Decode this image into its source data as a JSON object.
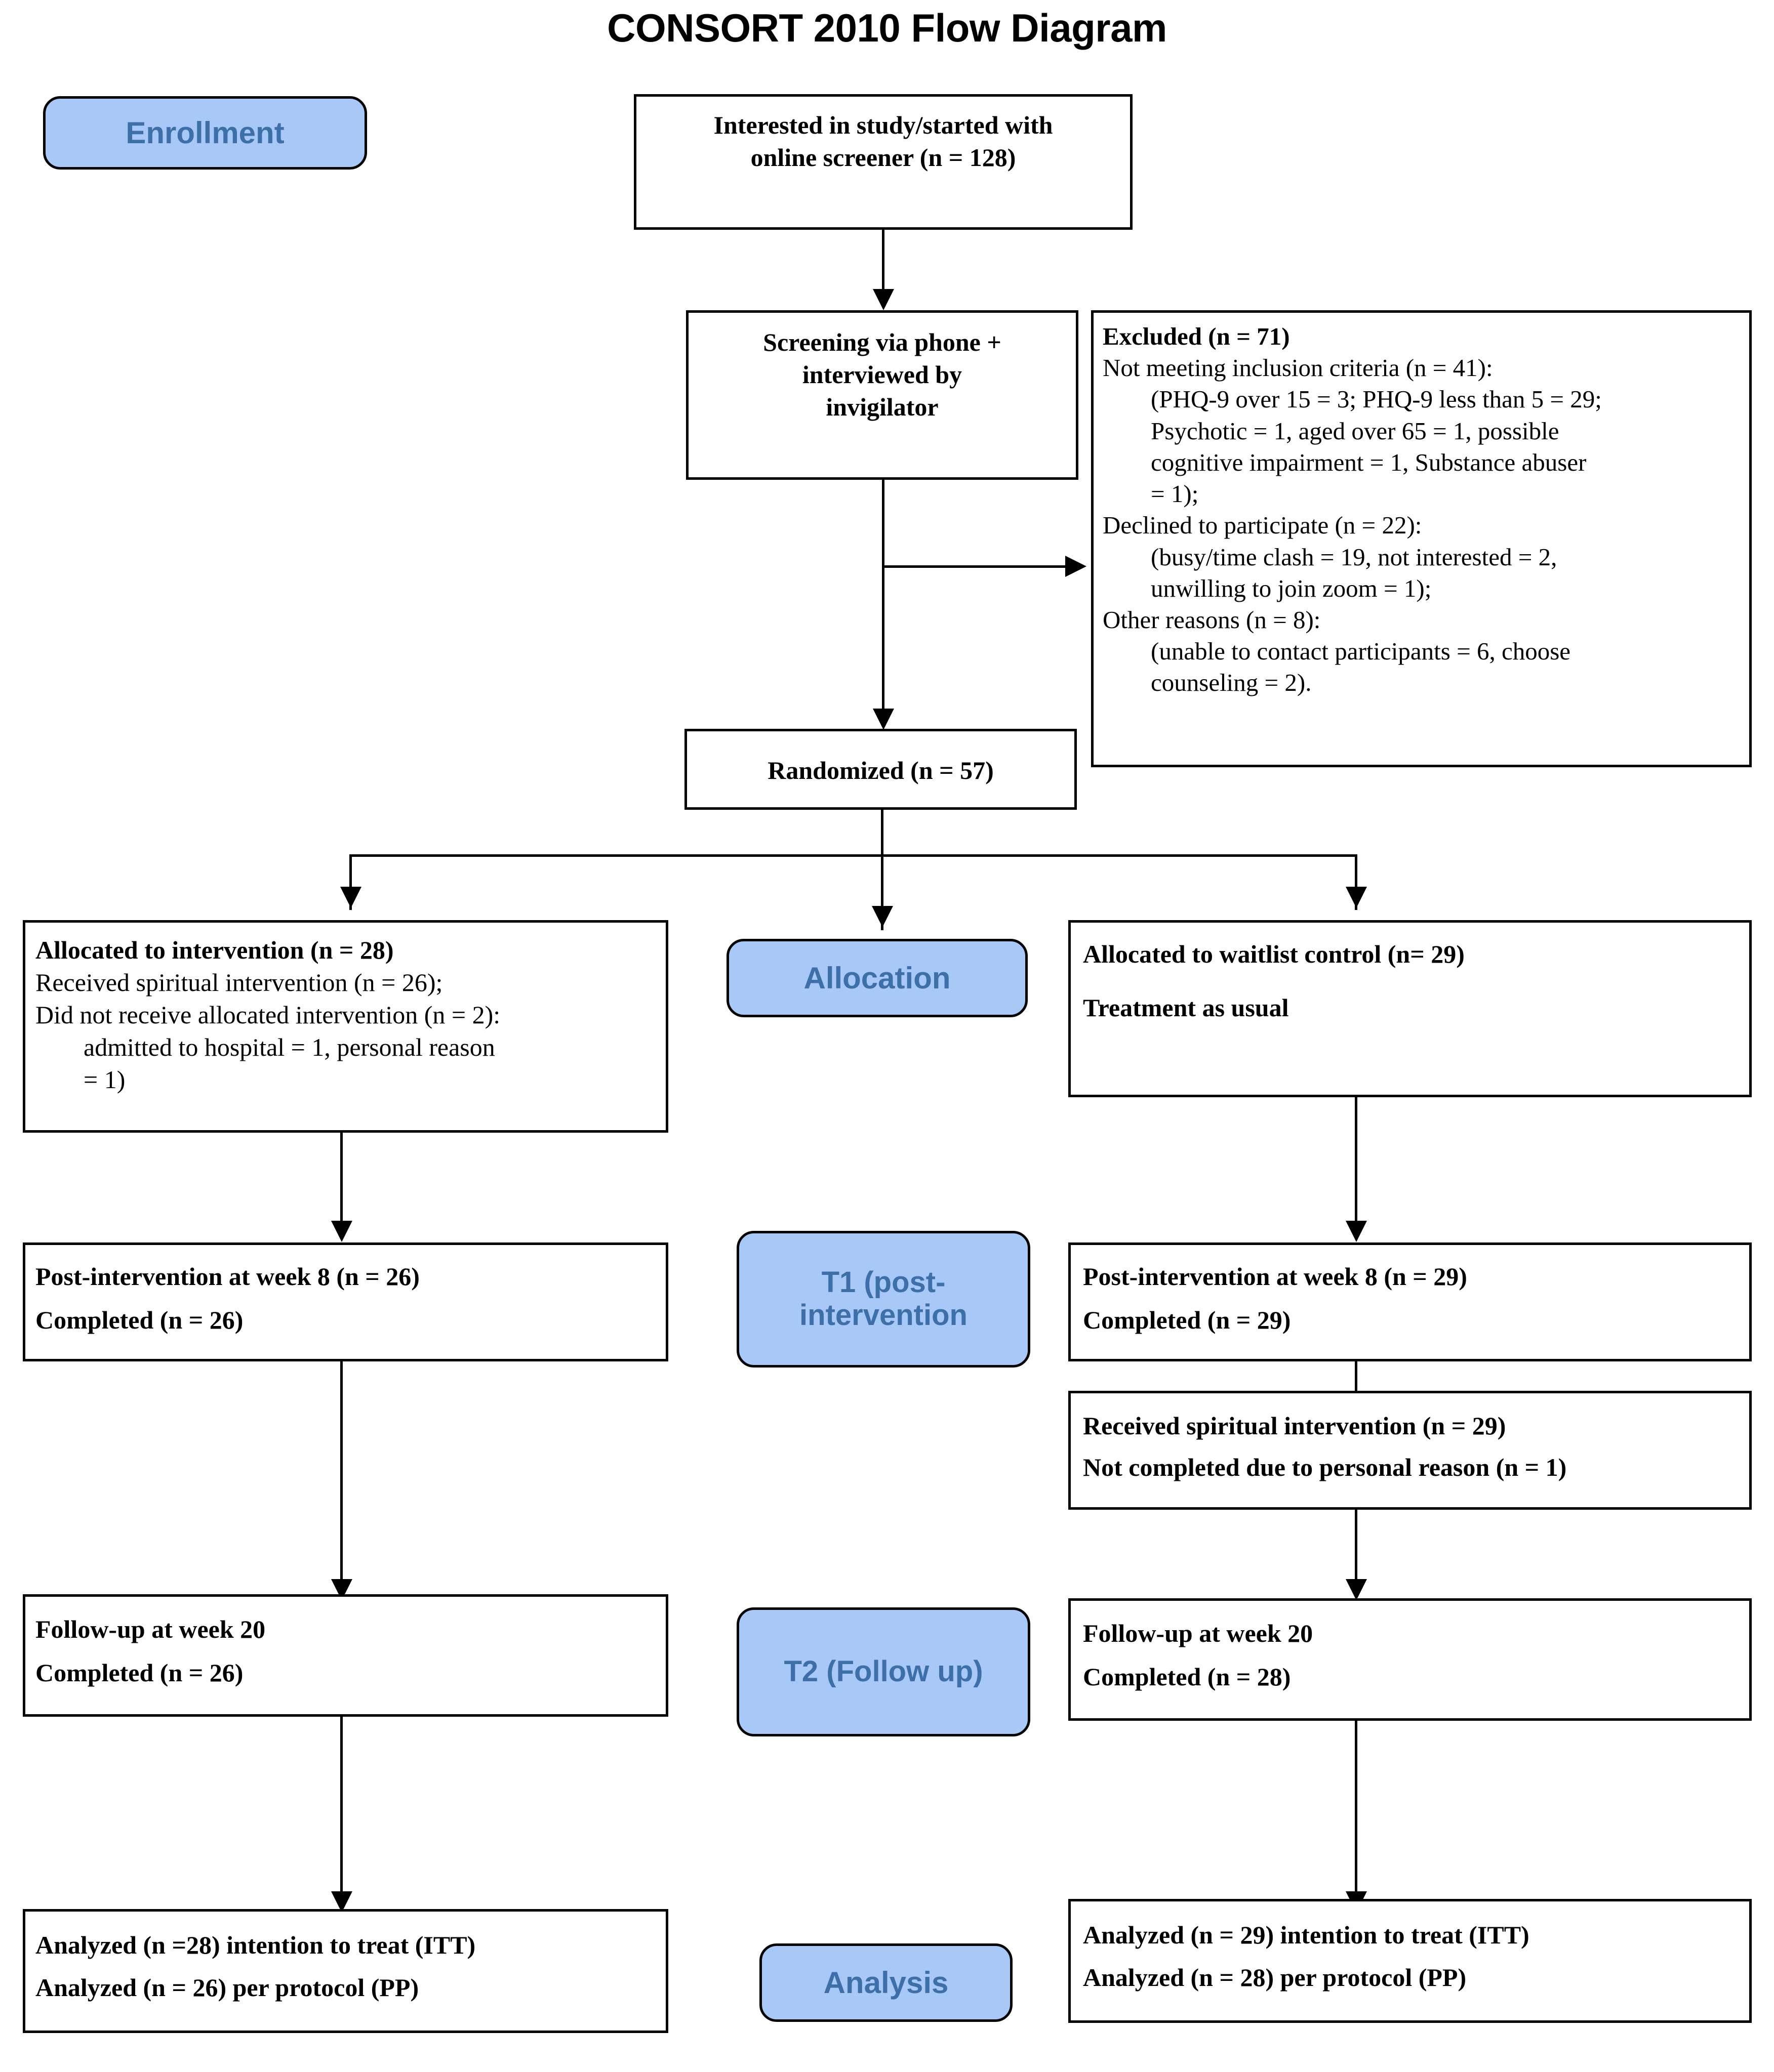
{
  "title": "CONSORT 2010 Flow Diagram",
  "colors": {
    "badge_fill": "#A8C8F8",
    "badge_text": "#3D6FA8",
    "box_border": "#000000",
    "box_fill": "#FFFFFF",
    "text": "#000000"
  },
  "stages": {
    "enrollment": "Enrollment",
    "allocation": "Allocation",
    "t1": "T1 (post-intervention",
    "t2": "T2 (Follow up)",
    "analysis": "Analysis"
  },
  "boxes": {
    "interested": {
      "line1": "Interested in study/started with",
      "line2": "online screener (n = 128)"
    },
    "screening": {
      "line1": "Screening via phone +",
      "line2": "interviewed by",
      "line3": "invigilator"
    },
    "excluded": {
      "heading": "Excluded (n = 71)",
      "l1": "Not meeting inclusion criteria (n = 41):",
      "l2": "(PHQ-9 over 15 = 3; PHQ-9 less than 5 = 29;",
      "l3": "Psychotic = 1, aged over 65 = 1, possible",
      "l4": "cognitive impairment = 1, Substance abuser",
      "l5": "= 1);",
      "l6": "Declined to participate (n = 22):",
      "l7": "(busy/time clash = 19, not interested = 2,",
      "l8": "unwilling to join zoom = 1);",
      "l9": "Other reasons (n = 8):",
      "l10": "(unable to contact participants = 6, choose",
      "l11": "counseling = 2)."
    },
    "randomized": {
      "line1": "Randomized (n = 57)"
    },
    "alloc_intervention": {
      "heading": "Allocated to intervention (n = 28)",
      "l1": "Received spiritual intervention (n = 26);",
      "l2": "Did not receive allocated intervention (n = 2):",
      "l3": "admitted to hospital = 1, personal reason",
      "l4": "= 1)"
    },
    "alloc_waitlist": {
      "heading": "Allocated to waitlist control (n= 29)",
      "l1": "Treatment as usual"
    },
    "post_left": {
      "l1": "Post-intervention at week 8 (n = 26)",
      "l2": "Completed (n = 26)"
    },
    "post_right": {
      "l1": "Post-intervention at week 8 (n = 29)",
      "l2": "Completed (n = 29)"
    },
    "received_right": {
      "l1": "Received spiritual intervention (n = 29)",
      "l2": "Not completed due to personal reason (n = 1)"
    },
    "followup_left": {
      "l1": "Follow-up at week 20",
      "l2": "Completed (n = 26)"
    },
    "followup_right": {
      "l1": "Follow-up at week 20",
      "l2": "Completed (n = 28)"
    },
    "analyzed_left": {
      "l1": "Analyzed (n =28) intention to treat (ITT)",
      "l2": "Analyzed (n = 26) per protocol (PP)"
    },
    "analyzed_right": {
      "l1": "Analyzed (n = 29) intention to treat (ITT)",
      "l2": "Analyzed (n = 28) per protocol (PP)"
    }
  },
  "chart_data": {
    "type": "diagram",
    "title": "CONSORT 2010 Flow Diagram",
    "nodes": [
      {
        "id": "interested",
        "stage": "Enrollment",
        "n": 128
      },
      {
        "id": "screening",
        "stage": "Enrollment",
        "n": null
      },
      {
        "id": "excluded",
        "stage": "Enrollment",
        "n": 71
      },
      {
        "id": "randomized",
        "stage": "Enrollment",
        "n": 57
      },
      {
        "id": "alloc_intervention",
        "stage": "Allocation",
        "n": 28
      },
      {
        "id": "alloc_waitlist",
        "stage": "Allocation",
        "n": 29
      },
      {
        "id": "post_left",
        "stage": "T1",
        "n": 26
      },
      {
        "id": "post_right",
        "stage": "T1",
        "n": 29
      },
      {
        "id": "followup_left",
        "stage": "T2",
        "n": 26
      },
      {
        "id": "followup_right",
        "stage": "T2",
        "n": 28
      },
      {
        "id": "analyzed_left",
        "stage": "Analysis",
        "itt": 28,
        "pp": 26
      },
      {
        "id": "analyzed_right",
        "stage": "Analysis",
        "itt": 29,
        "pp": 28
      }
    ],
    "exclusions": {
      "total": 71,
      "not_meeting_inclusion_criteria": 41,
      "declined_to_participate": 22,
      "other_reasons": 8
    }
  }
}
